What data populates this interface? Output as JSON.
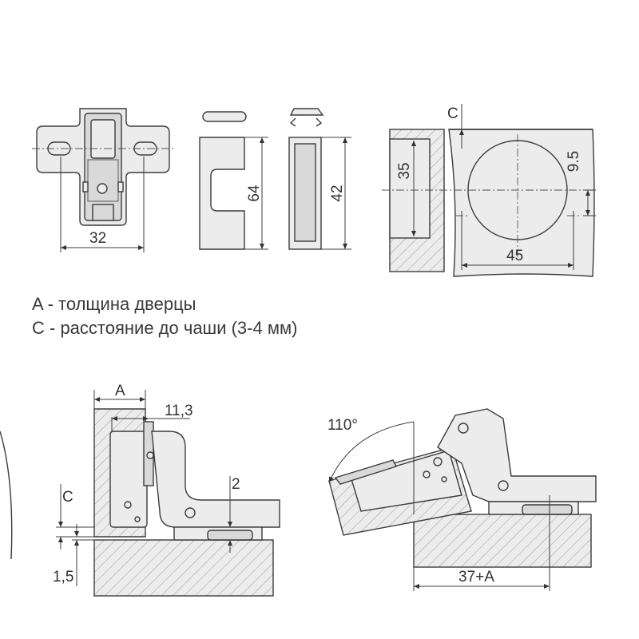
{
  "diagram": {
    "dimensions": {
      "plate_width": "32",
      "cover_height": "64",
      "insert_height": "42",
      "cup_depth": "35",
      "bore_offset": "9.5",
      "cup_diameter": "45",
      "label_c_top": "C",
      "label_a": "A",
      "arm_offset": "11,3",
      "gap": "2",
      "label_c_side": "C",
      "base_gap": "1,5",
      "angle": "110°",
      "overlay": "37+A"
    },
    "legend": {
      "line_a": "A - толщина дверцы",
      "line_c": "C - расстояние до чаши (3-4 мм)"
    }
  }
}
